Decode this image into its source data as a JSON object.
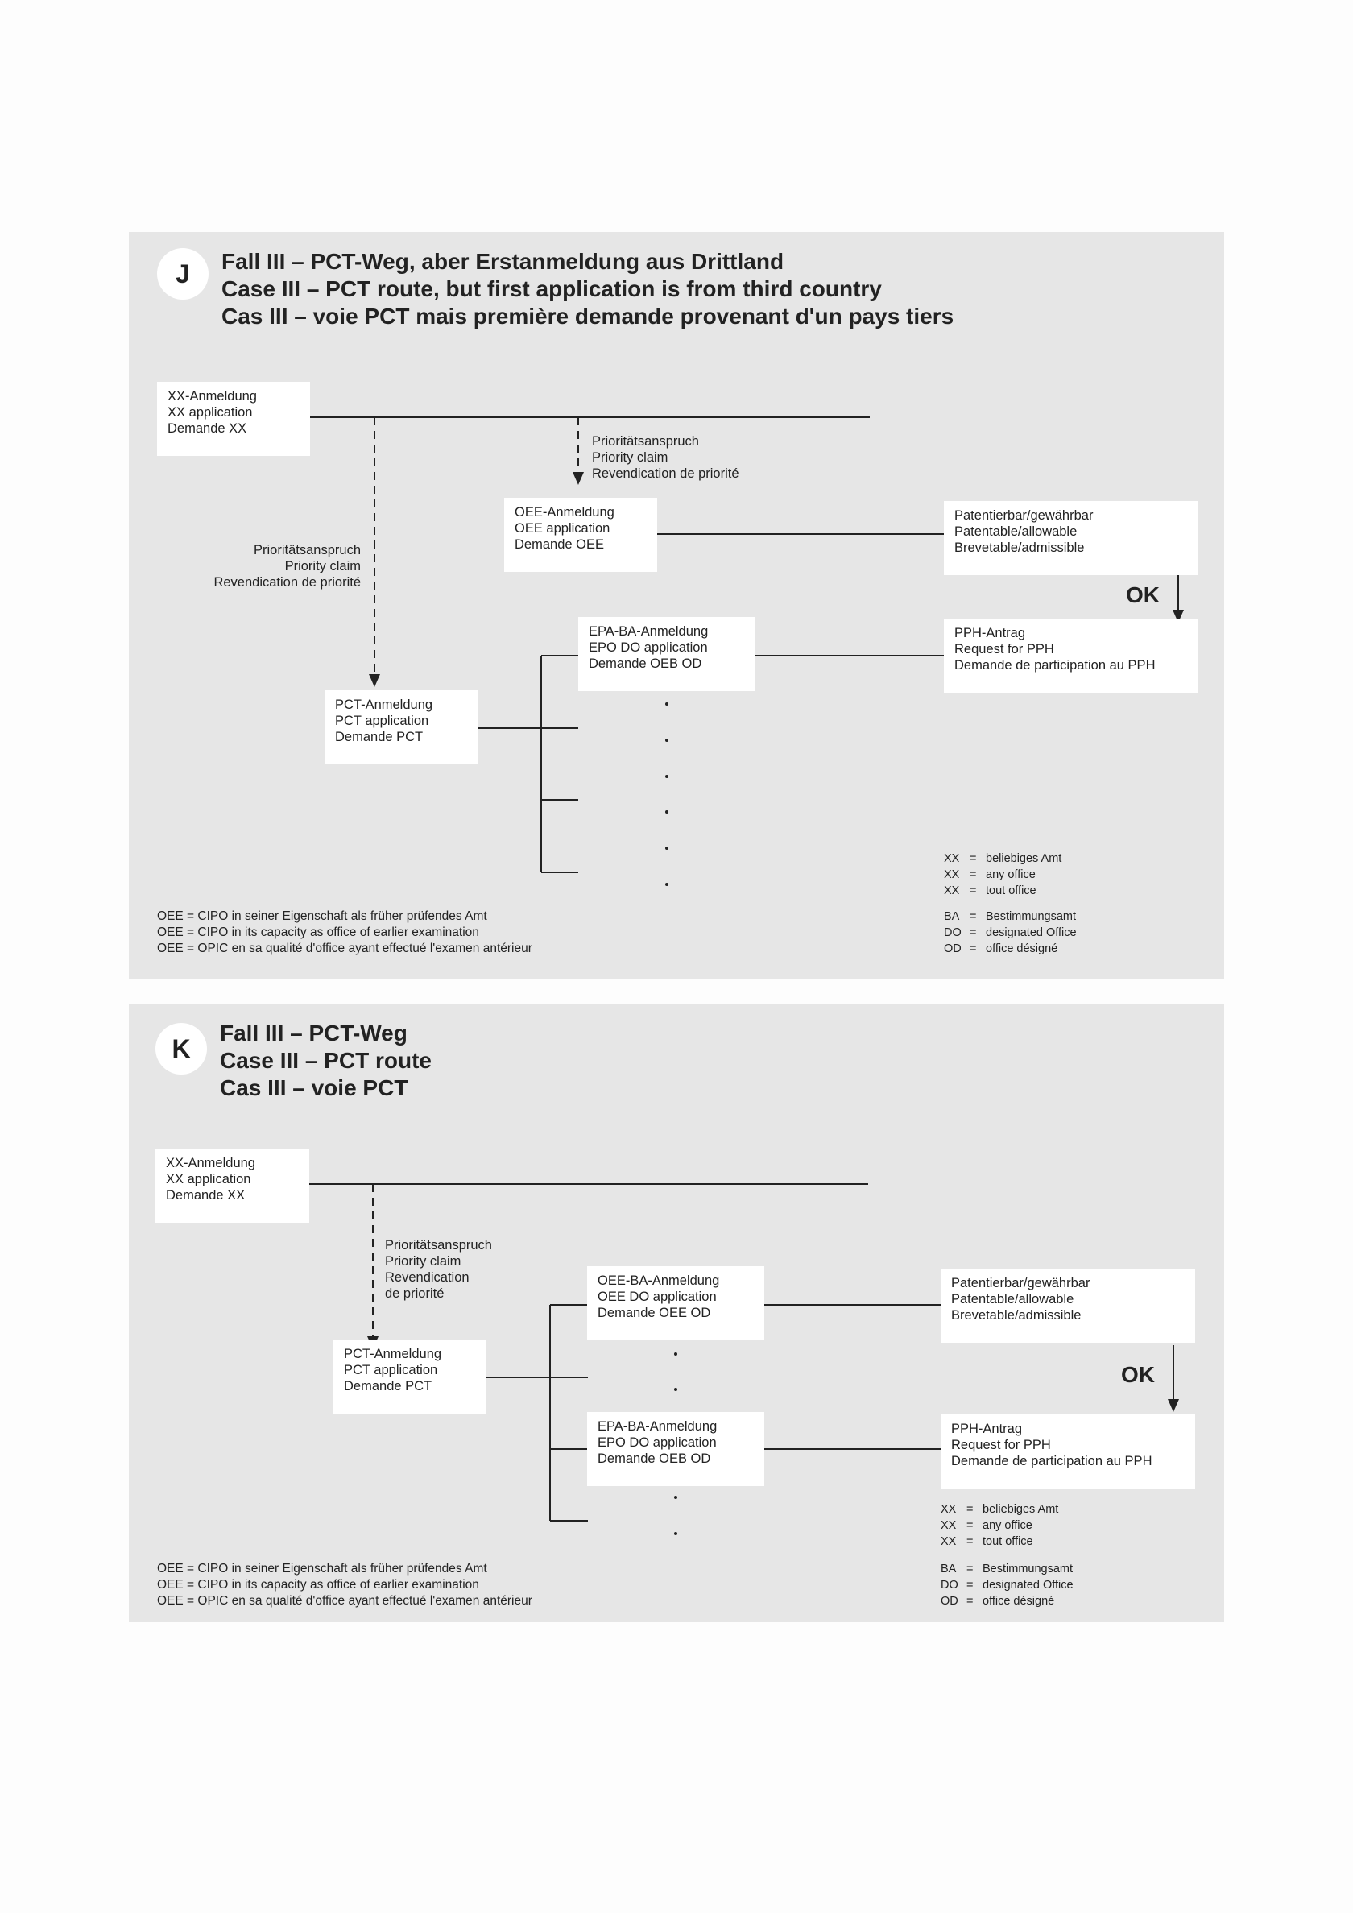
{
  "panel_j": {
    "badge": "J",
    "title": [
      "Fall III – PCT-Weg, aber Erstanmeldung aus Drittland",
      "Case III – PCT route, but first application is from third country",
      "Cas III – voie PCT mais première demande provenant d'un pays tiers"
    ],
    "xx_box": [
      "XX-Anmeldung",
      "XX application",
      "Demande XX"
    ],
    "priority_claim_top": [
      "Prioritätsanspruch",
      "Priority claim",
      "Revendication de priorité"
    ],
    "priority_claim_left": [
      "Prioritätsanspruch",
      "Priority claim",
      "Revendication de priorité"
    ],
    "oee_box": [
      "OEE-Anmeldung",
      "OEE application",
      "Demande OEE"
    ],
    "patentable_box": [
      "Patentierbar/gewährbar",
      "Patentable/allowable",
      "Brevetable/admissible"
    ],
    "ok": "OK",
    "epo_box": [
      "EPA-BA-Anmeldung",
      "EPO DO application",
      "Demande OEB OD"
    ],
    "pph_box": [
      "PPH-Antrag",
      "Request for PPH",
      "Demande de participation au PPH"
    ],
    "pct_box": [
      "PCT-Anmeldung",
      "PCT application",
      "Demande PCT"
    ],
    "legend_oee": [
      "OEE = CIPO in seiner Eigenschaft als früher prüfendes Amt",
      "OEE = CIPO in its capacity as office of earlier examination",
      "OEE = OPIC en sa qualité d'office ayant effectué l'examen antérieur"
    ],
    "legend_xx": [
      {
        "abbr": "XX",
        "eq": "=",
        "text": "beliebiges Amt"
      },
      {
        "abbr": "XX",
        "eq": "=",
        "text": "any office"
      },
      {
        "abbr": "XX",
        "eq": "=",
        "text": "tout office"
      }
    ],
    "legend_ba": [
      {
        "abbr": "BA",
        "eq": "=",
        "text": "Bestimmungsamt"
      },
      {
        "abbr": "DO",
        "eq": "=",
        "text": "designated Office"
      },
      {
        "abbr": "OD",
        "eq": "=",
        "text": "office désigné"
      }
    ]
  },
  "panel_k": {
    "badge": "K",
    "title": [
      "Fall III – PCT-Weg",
      "Case III – PCT route",
      "Cas III – voie PCT"
    ],
    "xx_box": [
      "XX-Anmeldung",
      "XX application",
      "Demande XX"
    ],
    "priority_claim": [
      "Prioritätsanspruch",
      "Priority claim",
      "Revendication",
      "de priorité"
    ],
    "pct_box": [
      "PCT-Anmeldung",
      "PCT application",
      "Demande PCT"
    ],
    "oee_do_box": [
      "OEE-BA-Anmeldung",
      "OEE DO application",
      "Demande OEE OD"
    ],
    "epo_box": [
      "EPA-BA-Anmeldung",
      "EPO DO application",
      "Demande OEB OD"
    ],
    "patentable_box": [
      "Patentierbar/gewährbar",
      "Patentable/allowable",
      "Brevetable/admissible"
    ],
    "ok": "OK",
    "pph_box": [
      "PPH-Antrag",
      "Request for PPH",
      "Demande de participation au PPH"
    ],
    "legend_oee": [
      "OEE = CIPO in seiner Eigenschaft als früher prüfendes Amt",
      "OEE = CIPO in its capacity as office of earlier examination",
      "OEE = OPIC en sa qualité d'office ayant effectué l'examen antérieur"
    ],
    "legend_xx": [
      {
        "abbr": "XX",
        "eq": "=",
        "text": "beliebiges Amt"
      },
      {
        "abbr": "XX",
        "eq": "=",
        "text": "any office"
      },
      {
        "abbr": "XX",
        "eq": "=",
        "text": "tout office"
      }
    ],
    "legend_ba": [
      {
        "abbr": "BA",
        "eq": "=",
        "text": "Bestimmungsamt"
      },
      {
        "abbr": "DO",
        "eq": "=",
        "text": "designated Office"
      },
      {
        "abbr": "OD",
        "eq": "=",
        "text": "office désigné"
      }
    ]
  }
}
